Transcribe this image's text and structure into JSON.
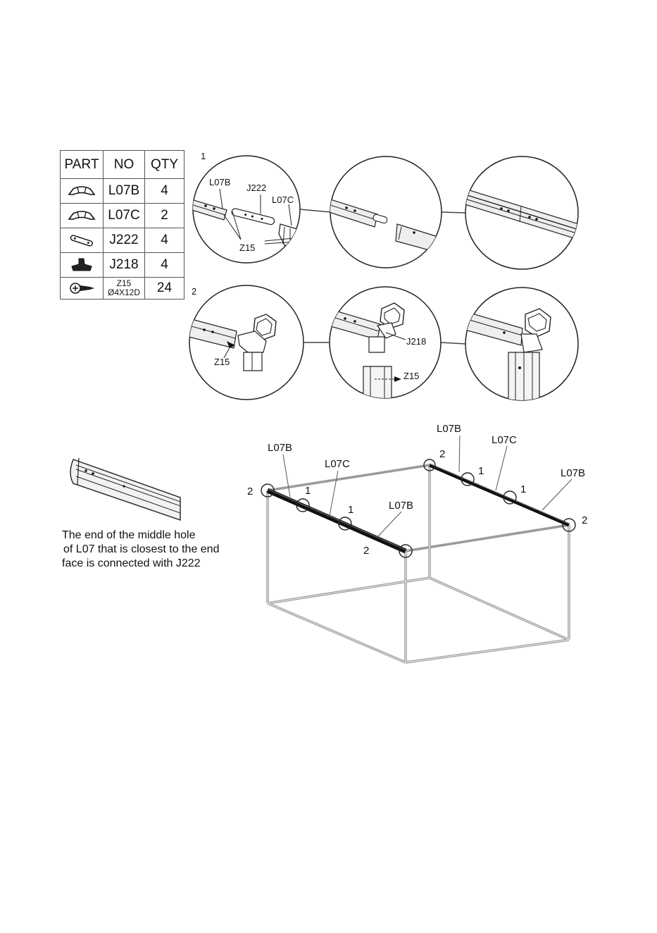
{
  "table": {
    "headers": {
      "part": "PART",
      "no": "NO",
      "qty": "QTY"
    },
    "rows": [
      {
        "icon": "curved-connector-icon",
        "no": "L07B",
        "qty": "4"
      },
      {
        "icon": "curved-connector-icon",
        "no": "L07C",
        "qty": "2"
      },
      {
        "icon": "link-pin-icon",
        "no": "J222",
        "qty": "4"
      },
      {
        "icon": "corner-bracket-icon",
        "no": "J218",
        "qty": "4"
      },
      {
        "icon": "screw-icon",
        "no": "Z15",
        "spec": "Ø4X12D",
        "qty": "24"
      }
    ]
  },
  "steps": {
    "step1": {
      "number": "1",
      "labels": {
        "l07b": "L07B",
        "j222": "J222",
        "l07c": "L07C",
        "z15": "Z15"
      }
    },
    "step2": {
      "number": "2",
      "labels": {
        "z15_a": "Z15",
        "j218": "J218",
        "z15_b": "Z15"
      }
    }
  },
  "note": {
    "line1": "The end of the middle hole",
    "line2": "of L07 that is  closest to the end",
    "line3": "face is connected with J222"
  },
  "frame": {
    "left": {
      "l07b_top": "L07B",
      "l07c": "L07C",
      "l07b_bottom": "L07B",
      "mark_2a": "2",
      "mark_1a": "1",
      "mark_1b": "1",
      "mark_2b": "2"
    },
    "right": {
      "l07b_top": "L07B",
      "l07c": "L07C",
      "l07b_bottom": "L07B",
      "mark_2a": "2",
      "mark_1a": "1",
      "mark_1b": "1",
      "mark_2b": "2"
    }
  }
}
